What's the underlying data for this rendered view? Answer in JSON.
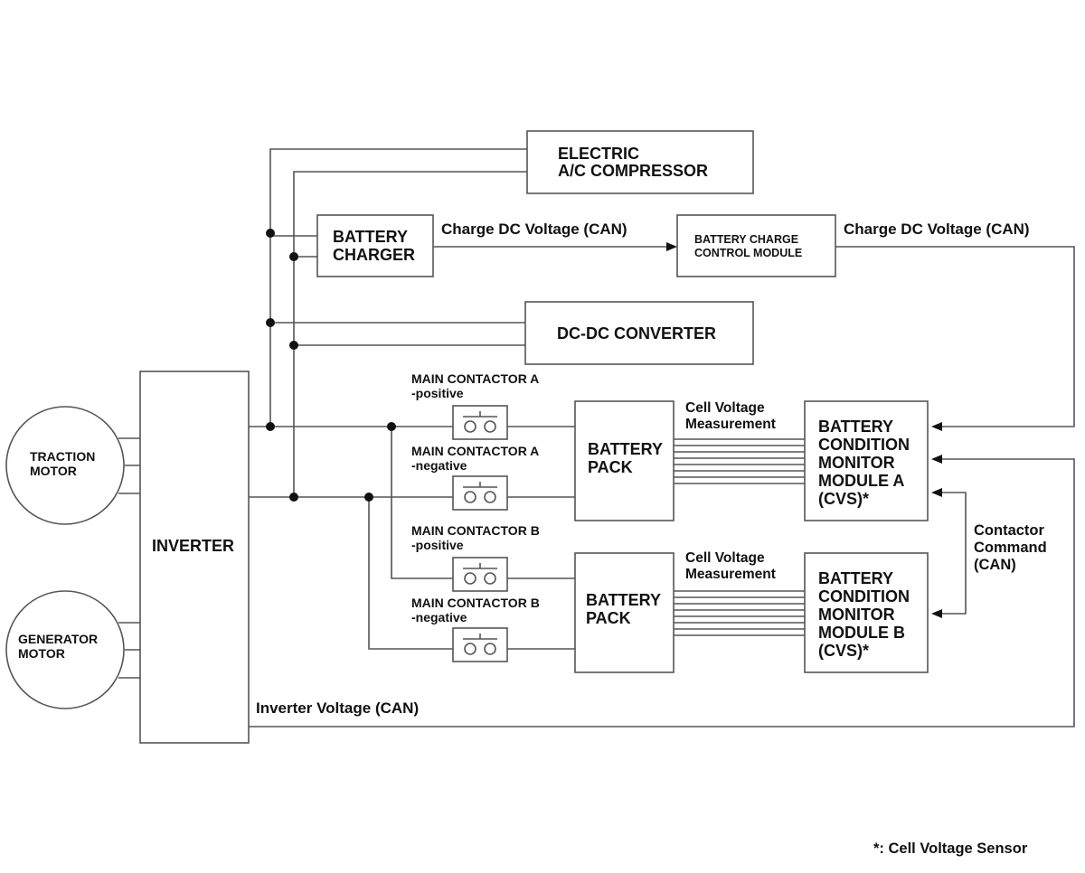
{
  "blocks": {
    "ac_compressor": [
      "ELECTRIC",
      "A/C COMPRESSOR"
    ],
    "battery_charger": [
      "BATTERY",
      "CHARGER"
    ],
    "charge_control": [
      "BATTERY CHARGE",
      "CONTROL MODULE"
    ],
    "dcdc": "DC-DC CONVERTER",
    "inverter": "INVERTER",
    "traction_motor": [
      "TRACTION",
      "MOTOR"
    ],
    "generator_motor": [
      "GENERATOR",
      "MOTOR"
    ],
    "battery_pack_a": [
      "BATTERY",
      "PACK"
    ],
    "battery_pack_b": [
      "BATTERY",
      "PACK"
    ],
    "monitor_a": [
      "BATTERY",
      "CONDITION",
      "MONITOR",
      "MODULE A",
      "(CVS)*"
    ],
    "monitor_b": [
      "BATTERY",
      "CONDITION",
      "MONITOR",
      "MODULE B",
      "(CVS)*"
    ]
  },
  "contactors": {
    "a_pos": [
      "MAIN CONTACTOR A",
      "-positive"
    ],
    "a_neg": [
      "MAIN CONTACTOR A",
      "-negative"
    ],
    "b_pos": [
      "MAIN CONTACTOR B",
      "-positive"
    ],
    "b_neg": [
      "MAIN CONTACTOR B",
      "-negative"
    ]
  },
  "signals": {
    "charge_dc_1": "Charge DC Voltage (CAN)",
    "charge_dc_2": "Charge DC Voltage (CAN)",
    "cell_voltage_a": [
      "Cell Voltage",
      "Measurement"
    ],
    "cell_voltage_b": [
      "Cell Voltage",
      "Measurement"
    ],
    "contactor_command": [
      "Contactor",
      "Command",
      "(CAN)"
    ],
    "inverter_voltage": "Inverter Voltage (CAN)"
  },
  "footnote": "*: Cell Voltage Sensor"
}
